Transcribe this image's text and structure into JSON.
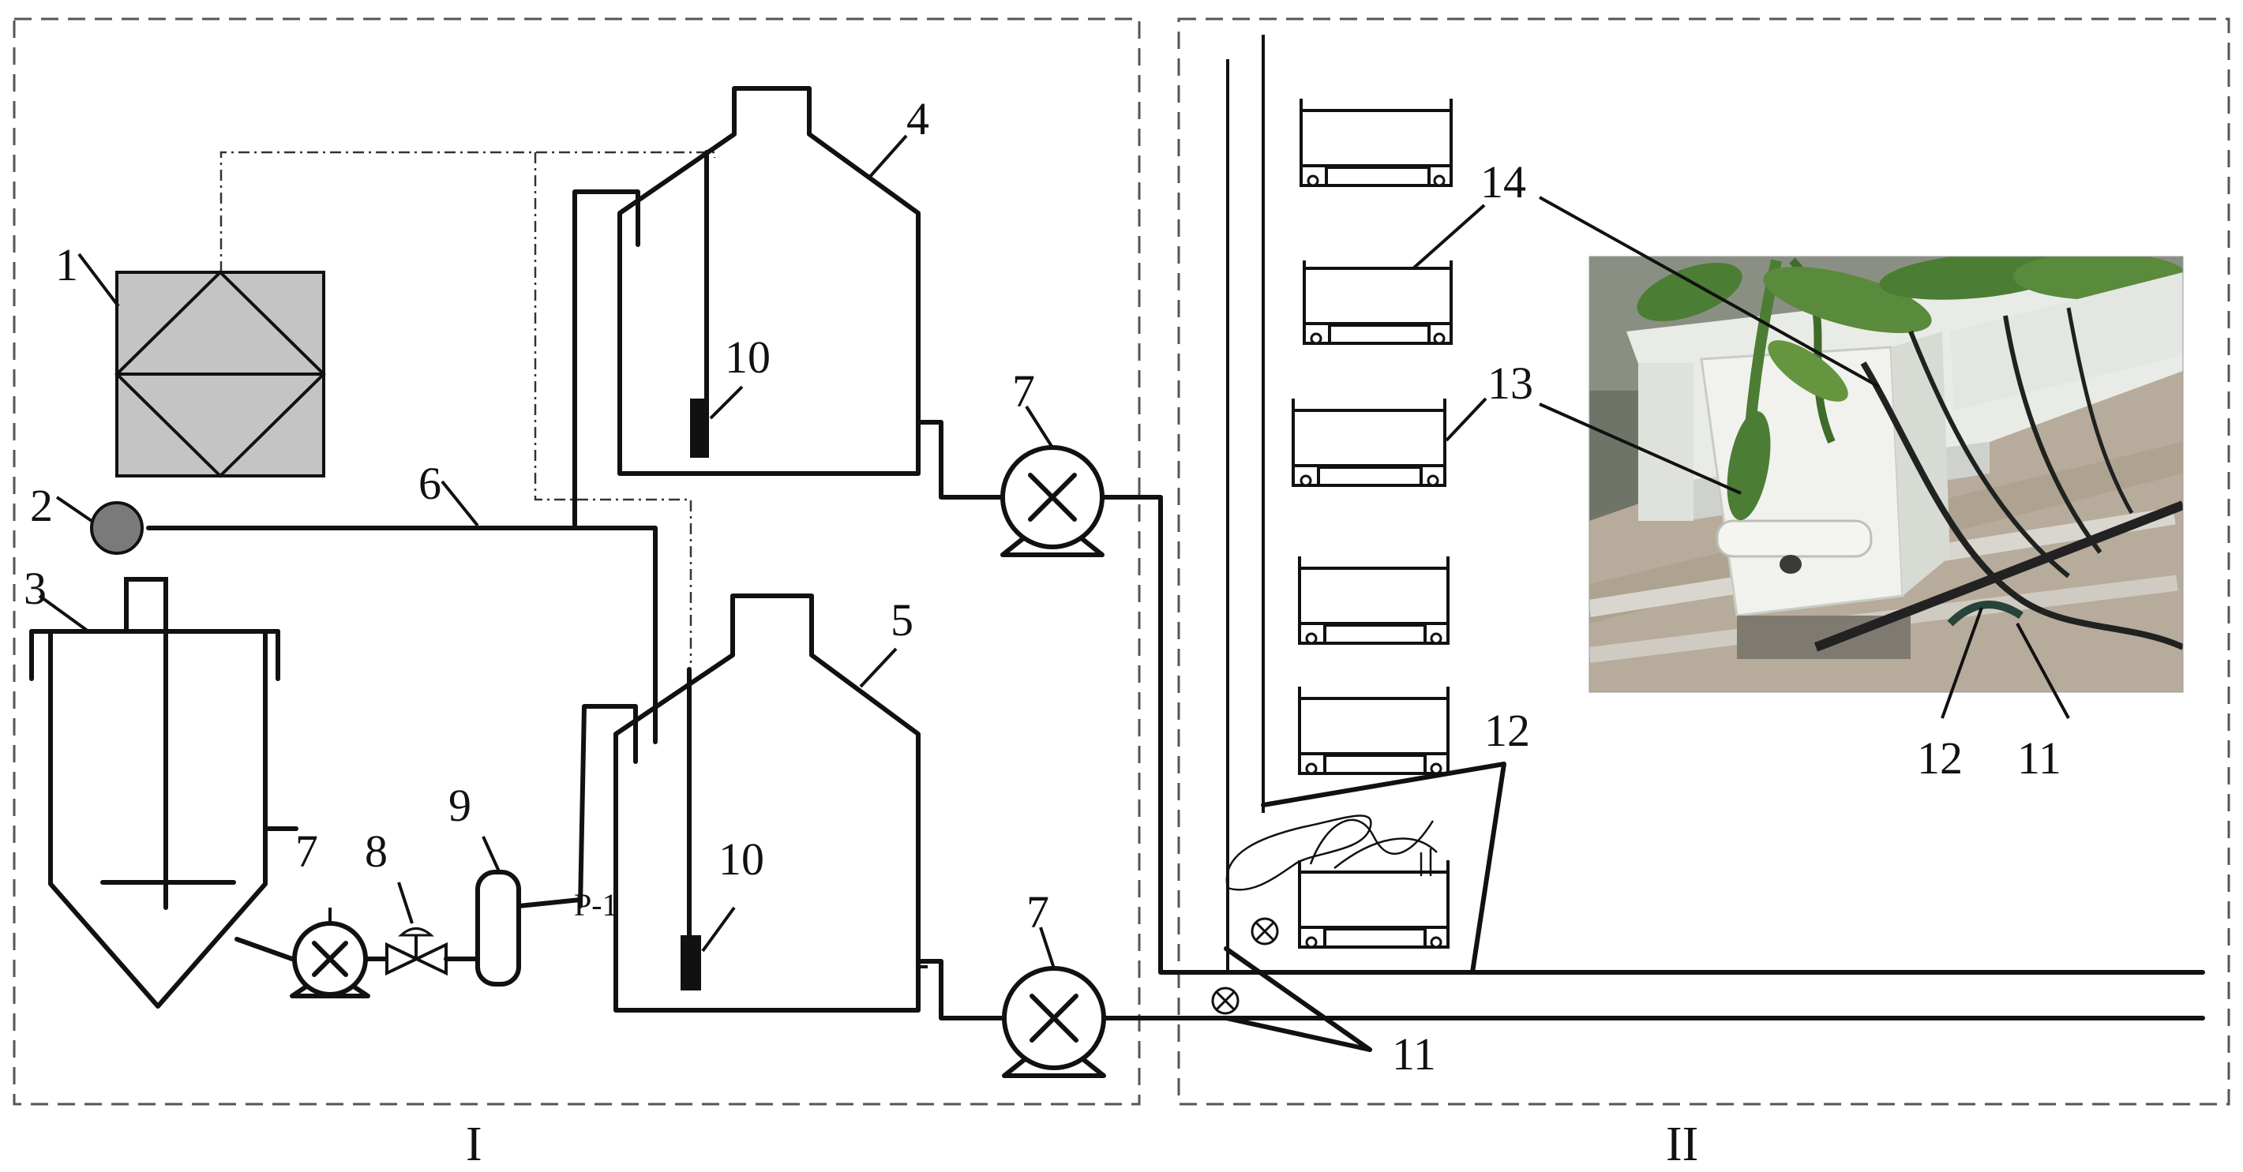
{
  "sections": {
    "left": "I",
    "right": "II"
  },
  "numbers": {
    "n1": "1",
    "n2": "2",
    "n3": "3",
    "n4": "4",
    "n5": "5",
    "n6": "6",
    "n7": "7",
    "n8": "8",
    "n9": "9",
    "n10": "10",
    "n11": "11",
    "n12": "12",
    "n13": "13",
    "n14": "14"
  },
  "tags": {
    "pipe_tag": "P-1"
  },
  "colors": {
    "ink": "#111111",
    "controller_fill": "#c4c4c4",
    "sensor_ball": "#7a7a7a",
    "photo_ground": "#b7ab9b",
    "photo_leaf": "#4c7d34",
    "photo_box": "#e9ebe6"
  },
  "photo": {
    "subject": "hydroponic-trough-photo"
  }
}
